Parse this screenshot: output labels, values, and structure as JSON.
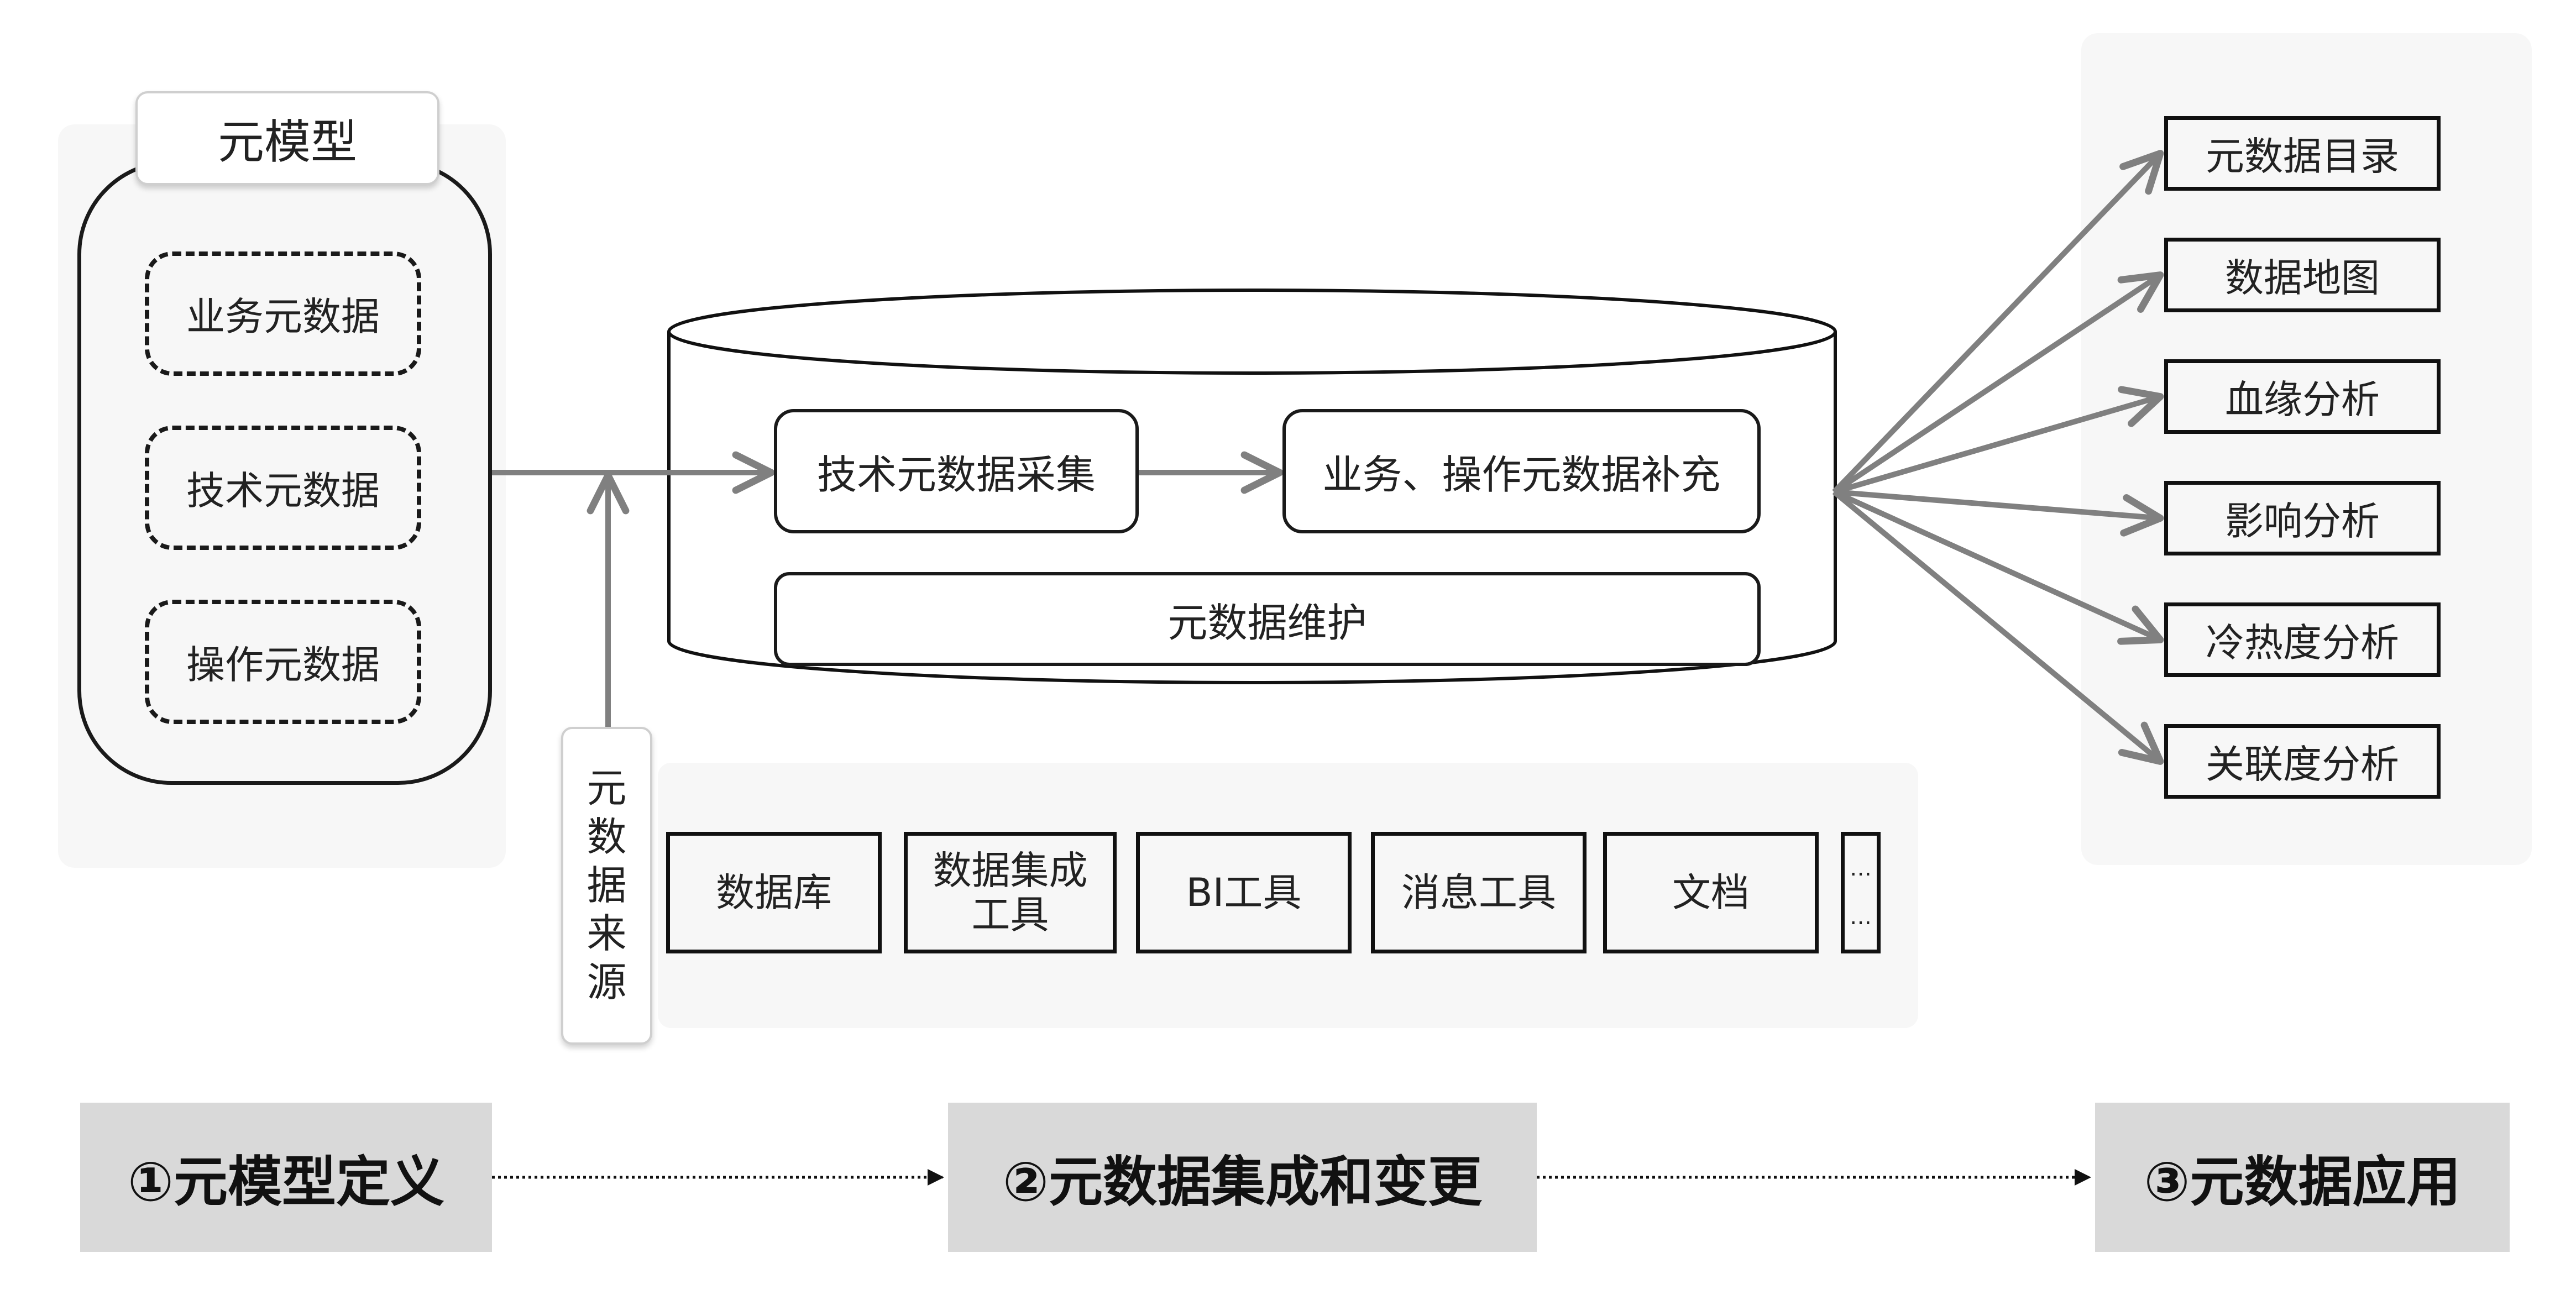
{
  "meta_model": {
    "title": "元模型",
    "types": [
      "业务元数据",
      "技术元数据",
      "操作元数据"
    ]
  },
  "repository": {
    "collect": "技术元数据采集",
    "supplement": "业务、操作元数据补充",
    "maintain": "元数据维护"
  },
  "sources": {
    "label_chars": [
      "元",
      "数",
      "据",
      "来",
      "源"
    ],
    "items": [
      "数据库",
      "数据集成\n工具",
      "BI工具",
      "消息工具",
      "文档",
      "…\n…"
    ]
  },
  "applications": [
    "元数据目录",
    "数据地图",
    "血缘分析",
    "影响分析",
    "冷热度分析",
    "关联度分析"
  ],
  "steps": [
    "①元模型定义",
    "②元数据集成和变更",
    "③元数据应用"
  ],
  "colors": {
    "arrow": "#808080",
    "panel_bg": "#f7f7f7",
    "step_bg": "#d9d9d9",
    "border": "#111111"
  }
}
